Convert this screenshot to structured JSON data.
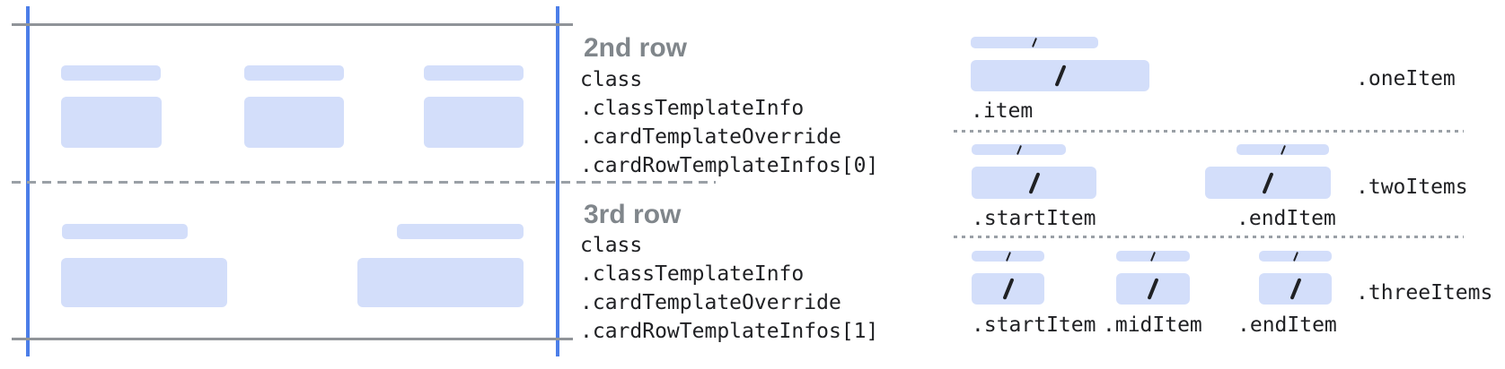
{
  "middle": {
    "row2": {
      "title": "2nd row",
      "lines": [
        "class",
        ".classTemplateInfo",
        ".cardTemplateOverride",
        ".cardRowTemplateInfos[0]"
      ]
    },
    "row3": {
      "title": "3rd row",
      "lines": [
        "class",
        ".classTemplateInfo",
        ".cardTemplateOverride",
        ".cardRowTemplateInfos[1]"
      ]
    }
  },
  "right": {
    "one": {
      "group_label": ".oneItem",
      "item": ".item"
    },
    "two": {
      "group_label": ".twoItems",
      "start": ".startItem",
      "end": ".endItem"
    },
    "three": {
      "group_label": ".threeItems",
      "start": ".startItem",
      "mid": ".midItem",
      "end": ".endItem"
    }
  },
  "colors": {
    "bar_fill": "#d3defa",
    "guide_blue": "#4c7ee8",
    "line_gray": "#909499",
    "dash_gray": "#9aa0a6",
    "title_gray": "#80868b",
    "text_dark": "#202124"
  }
}
